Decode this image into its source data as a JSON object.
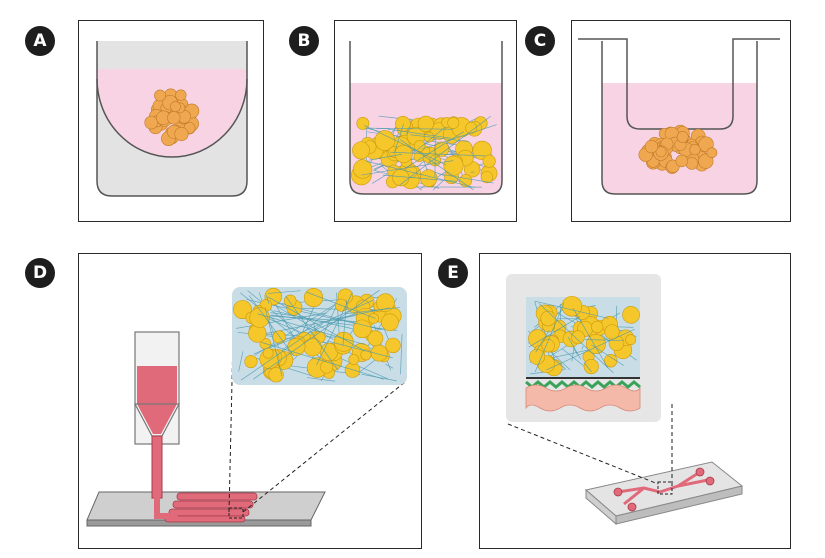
{
  "panels": {
    "a": {
      "label": "A"
    },
    "b": {
      "label": "B"
    },
    "c": {
      "label": "C"
    },
    "d": {
      "label": "D"
    },
    "e": {
      "label": "E"
    }
  },
  "colors": {
    "medium_pink": "#f7d3e4",
    "spheroid_orange": "#f0a850",
    "cell_yellow": "#f5c72a",
    "fiber_blue": "#4a9ab0",
    "hydrogel_blue": "#c9dde6",
    "bioink_red": "#e06a7a",
    "membrane_green": "#3aa35a",
    "endothelium_pink": "#f4b9a8"
  }
}
